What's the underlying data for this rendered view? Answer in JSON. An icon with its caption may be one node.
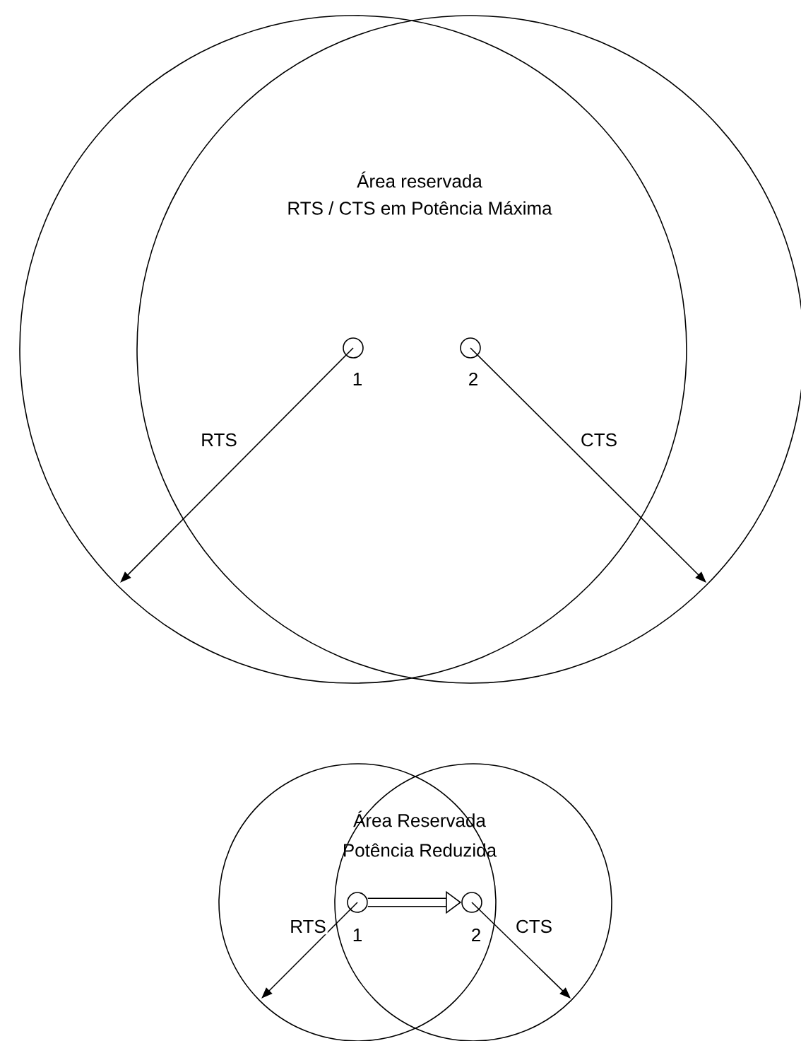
{
  "diagram": {
    "nodes": [
      {
        "text": [],
        "shape": "circle"
      },
      {
        "text": [],
        "shape": "circle"
      },
      {
        "text": [],
        "shape": "circle"
      },
      {
        "text": [],
        "shape": "circle"
      }
    ],
    "edges": [
      {
        "from": 0,
        "to": null,
        "arrow": "to",
        "label": "RTS"
      },
      {
        "from": 1,
        "to": null,
        "arrow": "to",
        "label": "CTS"
      },
      {
        "from": 2,
        "to": null,
        "arrow": "to",
        "label": "RTS"
      },
      {
        "from": 3,
        "to": null,
        "arrow": "to",
        "label": "CTS"
      },
      {
        "from": 2,
        "to": 3,
        "arrow": "to",
        "style": "thick"
      }
    ],
    "labels": [
      "Área reservada",
      "RTS / CTS em Potência Máxima",
      "1",
      "2",
      "Área Reservada",
      "Potência Reduzida",
      "1",
      "2"
    ]
  }
}
